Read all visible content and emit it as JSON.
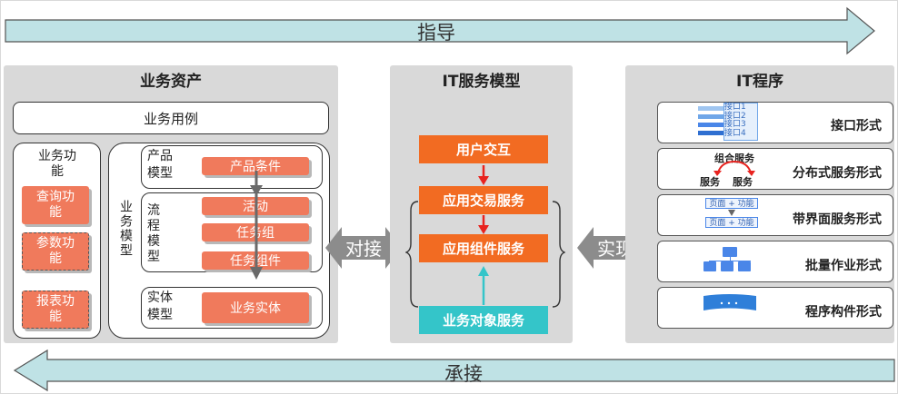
{
  "top_arrow_label": "指导",
  "bottom_arrow_label": "承接",
  "business_assets": {
    "title": "业务资产",
    "use_case": "业务用例",
    "function_label": "业务功能",
    "query_function": "查询功能",
    "param_function": "参数功能",
    "report_function": "报表功能",
    "business_model": "业务模型",
    "product_model": "产品模型",
    "product_condition": "产品条件",
    "process_model": "流程模型",
    "activity": "活动",
    "task_group": "任务组",
    "task_component": "任务组件",
    "entity_model": "实体模型",
    "business_entity": "业务实体"
  },
  "connector_left": "对接",
  "connector_right": "实现",
  "it_service_model": {
    "title": "IT服务模型",
    "user_interaction": "用户交互",
    "app_transaction": "应用交易服务",
    "app_component": "应用组件服务",
    "business_object": "业务对象服务"
  },
  "it_program": {
    "title": "IT程序",
    "forms": [
      {
        "label": "接口形式"
      },
      {
        "label": "分布式服务形式"
      },
      {
        "label": "带界面服务形式"
      },
      {
        "label": "批量作业形式"
      },
      {
        "label": "程序构件形式"
      }
    ],
    "interface_items": [
      "接口1",
      "接口2",
      "接口3",
      "接口4"
    ],
    "combined_service": "组合服务",
    "service_a": "服务",
    "service_b": "服务",
    "ui_item_1": "页面 + 功能",
    "ui_item_2": "页面 + 功能"
  },
  "colors": {
    "arrow_fill": "#bfe2e5",
    "panel": "#d9d9d9",
    "orange_light": "#f07a5c",
    "orange_deep": "#f26b22",
    "teal": "#34c5c9",
    "red_arrow": "#e8231f",
    "blue_icon": "#4a86e8"
  }
}
